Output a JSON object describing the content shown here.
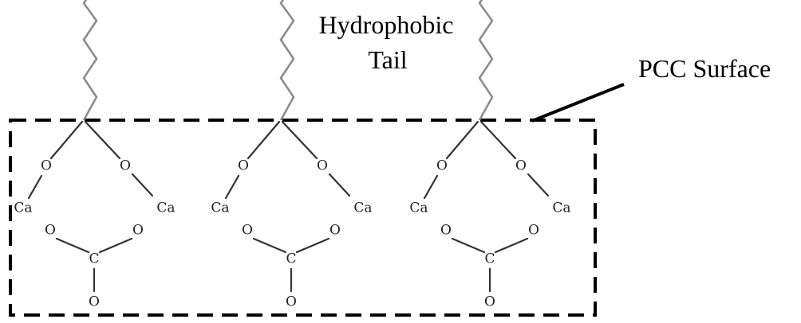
{
  "labels": {
    "hydrophobic_line1": "Hydrophobic",
    "hydrophobic_line2": "Tail",
    "pcc_surface": "PCC Surface"
  },
  "units": [
    {
      "o_left": "O",
      "o_right": "O",
      "ca_left": "Ca",
      "ca_right": "Ca",
      "o_carb_left": "O",
      "o_carb_right": "O",
      "c_center": "C",
      "o_bottom": "O"
    },
    {
      "o_left": "O",
      "o_right": "O",
      "ca_left": "Ca",
      "ca_right": "Ca",
      "o_carb_left": "O",
      "o_carb_right": "O",
      "c_center": "C",
      "o_bottom": "O"
    },
    {
      "o_left": "O",
      "o_right": "O",
      "ca_left": "Ca",
      "ca_right": "Ca",
      "o_carb_left": "O",
      "o_carb_right": "O",
      "c_center": "C",
      "o_bottom": "O"
    }
  ],
  "colors": {
    "tail": "#8a8a8a",
    "bonds": "#333333",
    "surface_box": "#000000",
    "pointer": "#000000"
  }
}
